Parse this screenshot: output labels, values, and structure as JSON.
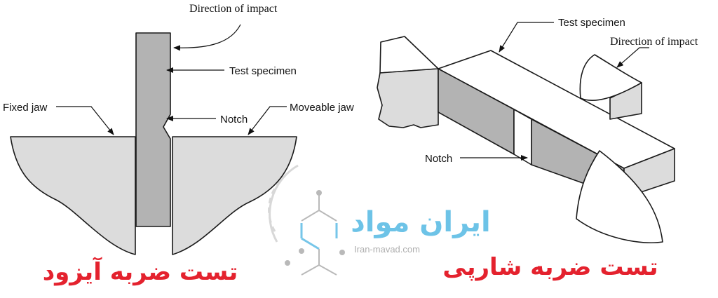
{
  "izod": {
    "direction_of_impact": "Direction of impact",
    "test_specimen": "Test specimen",
    "notch": "Notch",
    "fixed_jaw": "Fixed jaw",
    "moveable_jaw": "Moveable jaw",
    "title": "تست ضربه آیزود"
  },
  "charpy": {
    "test_specimen": "Test specimen",
    "direction_of_impact": "Direction of impact",
    "notch": "Notch",
    "title": "تست ضربه شارپی"
  },
  "watermark": {
    "brand_fa": "ایران مواد",
    "site": "Iran-mavad.com"
  },
  "colors": {
    "specimen_gray": "#b3b3b3",
    "light_gray": "#dcdcdc",
    "title_red": "#e4222e",
    "watermark_blue": "#3dafe0"
  }
}
